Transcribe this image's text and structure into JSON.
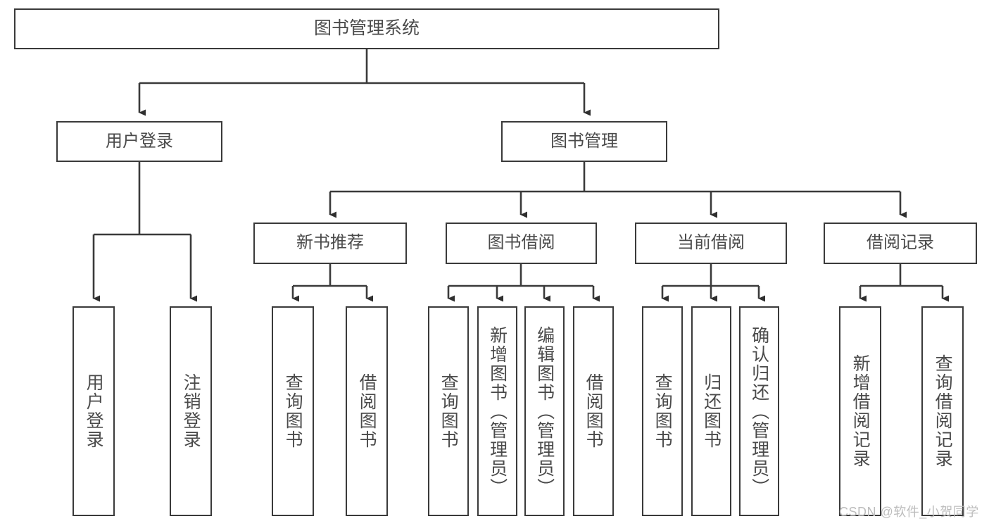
{
  "diagram": {
    "type": "tree-hierarchy-chart",
    "title": "图书管理系统",
    "colors": {
      "stroke": "#3a3a3a",
      "text": "#4a4a4a",
      "background": "#ffffff",
      "watermark": "#bdbdbd"
    },
    "nodes": {
      "root": {
        "label": "图书管理系统"
      },
      "level1": [
        {
          "id": "user-login",
          "label": "用户登录"
        },
        {
          "id": "book-management",
          "label": "图书管理"
        }
      ],
      "level2": [
        {
          "id": "new-book-recommend",
          "label": "新书推荐"
        },
        {
          "id": "book-borrow",
          "label": "图书借阅"
        },
        {
          "id": "current-borrow",
          "label": "当前借阅"
        },
        {
          "id": "borrow-record",
          "label": "借阅记录"
        }
      ],
      "leaves": {
        "user_login": [
          {
            "id": "leaf-user-login",
            "label": "用户登录"
          },
          {
            "id": "leaf-logout",
            "label": "注销登录"
          }
        ],
        "new_book_recommend": [
          {
            "id": "leaf-query-book-1",
            "label": "查询图书"
          },
          {
            "id": "leaf-borrow-book-1",
            "label": "借阅图书"
          }
        ],
        "book_borrow": [
          {
            "id": "leaf-query-book-2",
            "label": "查询图书"
          },
          {
            "id": "leaf-add-book",
            "label": "新增图书（管理员）"
          },
          {
            "id": "leaf-edit-book",
            "label": "编辑图书（管理员）"
          },
          {
            "id": "leaf-borrow-book-2",
            "label": "借阅图书"
          }
        ],
        "current_borrow": [
          {
            "id": "leaf-query-book-3",
            "label": "查询图书"
          },
          {
            "id": "leaf-return-book",
            "label": "归还图书"
          },
          {
            "id": "leaf-confirm-return",
            "label": "确认归还（管理员）"
          }
        ],
        "borrow_record": [
          {
            "id": "leaf-add-record",
            "label": "新增借阅记录"
          },
          {
            "id": "leaf-query-record",
            "label": "查询借阅记录"
          }
        ]
      }
    },
    "watermark": "CSDN @软件_小贺同学"
  }
}
